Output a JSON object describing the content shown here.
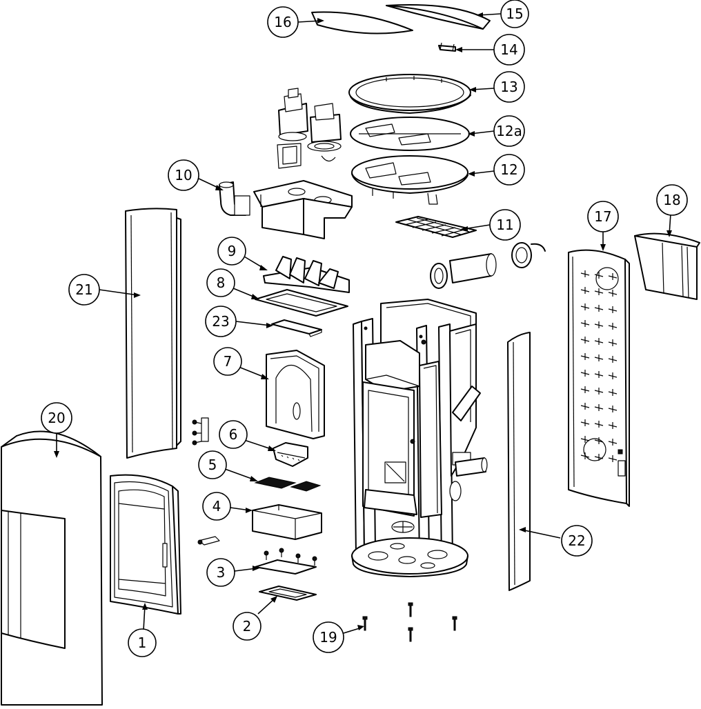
{
  "diagram": {
    "callouts": [
      {
        "id": "c1",
        "label": "1"
      },
      {
        "id": "c2",
        "label": "2"
      },
      {
        "id": "c3",
        "label": "3"
      },
      {
        "id": "c4",
        "label": "4"
      },
      {
        "id": "c5",
        "label": "5"
      },
      {
        "id": "c6",
        "label": "6"
      },
      {
        "id": "c7",
        "label": "7"
      },
      {
        "id": "c8",
        "label": "8"
      },
      {
        "id": "c9",
        "label": "9"
      },
      {
        "id": "c10",
        "label": "10"
      },
      {
        "id": "c11",
        "label": "11"
      },
      {
        "id": "c12",
        "label": "12"
      },
      {
        "id": "c12a",
        "label": "12a"
      },
      {
        "id": "c13",
        "label": "13"
      },
      {
        "id": "c14",
        "label": "14"
      },
      {
        "id": "c15",
        "label": "15"
      },
      {
        "id": "c16",
        "label": "16"
      },
      {
        "id": "c17",
        "label": "17"
      },
      {
        "id": "c18",
        "label": "18"
      },
      {
        "id": "c19",
        "label": "19"
      },
      {
        "id": "c20",
        "label": "20"
      },
      {
        "id": "c21",
        "label": "21"
      },
      {
        "id": "c22",
        "label": "22"
      },
      {
        "id": "c23",
        "label": "23"
      }
    ],
    "colors": {
      "line": "#000000",
      "background": "#ffffff"
    }
  }
}
